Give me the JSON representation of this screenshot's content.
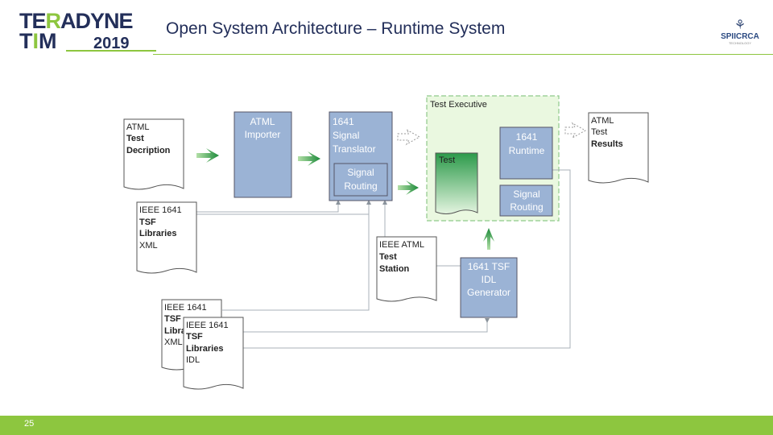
{
  "header": {
    "logo_line1_a": "TE",
    "logo_line1_b": "R",
    "logo_line1_c": "ADYNE",
    "logo_line2_a": "T",
    "logo_line2_b": "I",
    "logo_line2_c": "M",
    "logo_year": "2019",
    "title": "Open System Architecture – Runtime System",
    "partner_logo": "SPIICRCA",
    "partner_logo_sub": "TECHNOLOGY"
  },
  "diagram": {
    "doc_atml_test_description": [
      "ATML",
      "Test",
      "Decription"
    ],
    "atml_importer": [
      "ATML",
      "Importer"
    ],
    "signal_translator": [
      "1641",
      "Signal",
      "Translator"
    ],
    "signal_routing_translator": [
      "Signal",
      "Routing"
    ],
    "test_executive_label": "Test Executive",
    "test_doc": "Test",
    "runtime": [
      "1641",
      "Runtime"
    ],
    "signal_routing_exec": [
      "Signal",
      "Routing"
    ],
    "doc_atml_test_results": [
      "ATML",
      "Test",
      "Results"
    ],
    "doc_ieee_tsf_xml": [
      "IEEE 1641",
      "TSF",
      "Libraries",
      "XML"
    ],
    "doc_ieee_atml_station": [
      "IEEE ATML",
      "Test",
      "Station"
    ],
    "idl_generator": [
      "1641 TSF",
      "IDL",
      "Generator"
    ],
    "doc_ieee_tsf_xml_back": [
      "IEEE 1641",
      "TSF",
      "Libra",
      "XML"
    ],
    "doc_ieee_tsf_idl": [
      "IEEE 1641",
      "TSF",
      "Libraries",
      "IDL"
    ]
  },
  "footer": {
    "page_number": "25"
  },
  "colors": {
    "navy": "#232f5a",
    "green": "#8dc63f",
    "box_fill": "#9bb3d5",
    "exec_fill": "#eaf8e0"
  }
}
